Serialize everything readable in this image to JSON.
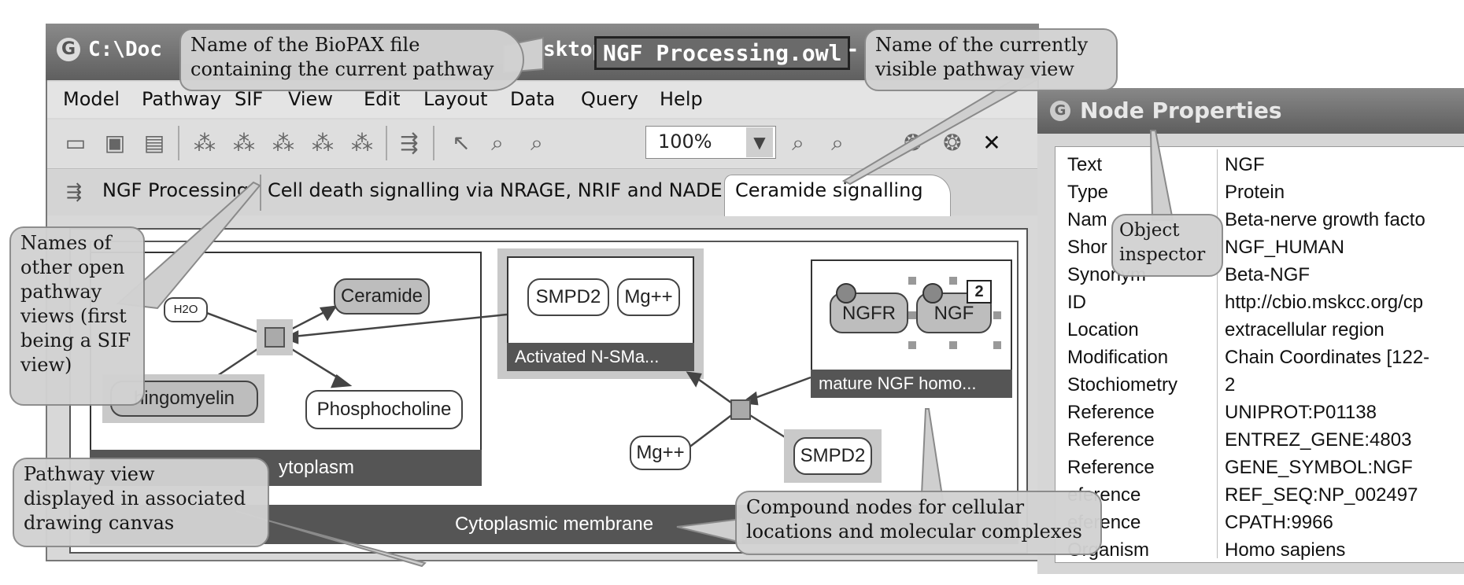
{
  "window": {
    "title_path": "C:\\Doc",
    "title_path_tail": "sktop\\",
    "file_name": "NGF Processing.owl",
    "title_sep": "-"
  },
  "menu": [
    "Model",
    "Pathway",
    "SIF",
    "View",
    "Edit",
    "Layout",
    "Data",
    "Query",
    "Help"
  ],
  "toolbar": {
    "zoom": "100%"
  },
  "tabs": [
    {
      "label": "NGF Processing",
      "icon": "sif-view-icon"
    },
    {
      "label": "Cell death signalling via NRAGE, NRIF and NADE"
    },
    {
      "label": "Ceramide signalling",
      "active": true
    }
  ],
  "canvas": {
    "compartments": {
      "cytoplasm": "ytoplasm",
      "membrane": "Cytoplasmic membrane",
      "complex_smase": "Activated N-SMa...",
      "complex_ngf": "mature NGF homo..."
    },
    "nodes": {
      "h2o": "H2O",
      "ceramide": "Ceramide",
      "sphingomyelin": "hingomyelin",
      "phosphocholine": "Phosphocholine",
      "smpd2_a": "SMPD2",
      "mg_a": "Mg++",
      "ngfr": "NGFR",
      "ngf": "NGF",
      "ngf_multimer": "2",
      "mg_b": "Mg++",
      "smpd2_b": "SMPD2"
    }
  },
  "node_properties": {
    "title": "Node Properties",
    "rows": [
      {
        "key": "Text",
        "value": "NGF"
      },
      {
        "key": "Type",
        "value": "Protein"
      },
      {
        "key": "Nam",
        "value": "Beta-nerve growth facto"
      },
      {
        "key": "Shor",
        "value": "NGF_HUMAN"
      },
      {
        "key": "Synonym",
        "value": "Beta-NGF"
      },
      {
        "key": "ID",
        "value": "http://cbio.mskcc.org/cp"
      },
      {
        "key": "Location",
        "value": "extracellular region"
      },
      {
        "key": "Modification",
        "value": "Chain Coordinates [122-"
      },
      {
        "key": "Stochiometry",
        "value": "2"
      },
      {
        "key": "Reference",
        "value": "UNIPROT:P01138"
      },
      {
        "key": "Reference",
        "value": "ENTREZ_GENE:4803"
      },
      {
        "key": "Reference",
        "value": "GENE_SYMBOL:NGF"
      },
      {
        "key": "eference",
        "value": "REF_SEQ:NP_002497"
      },
      {
        "key": "eference",
        "value": "CPATH:9966"
      },
      {
        "key": "Organism",
        "value": "Homo sapiens"
      }
    ]
  },
  "callouts": {
    "biopax_file": [
      "Name of the BioPAX file",
      "containing the current pathway"
    ],
    "current_view": [
      "Name of the currently",
      "visible pathway view"
    ],
    "other_views": [
      "Names of",
      "other open",
      "pathway",
      "views (first",
      "being a SIF",
      "view)"
    ],
    "object_inspector": [
      "Object",
      "inspector"
    ],
    "drawing_canvas": [
      "Pathway view",
      "displayed in associated",
      "drawing canvas"
    ],
    "compound_nodes": [
      "Compound nodes for cellular",
      "locations and molecular complexes"
    ]
  }
}
